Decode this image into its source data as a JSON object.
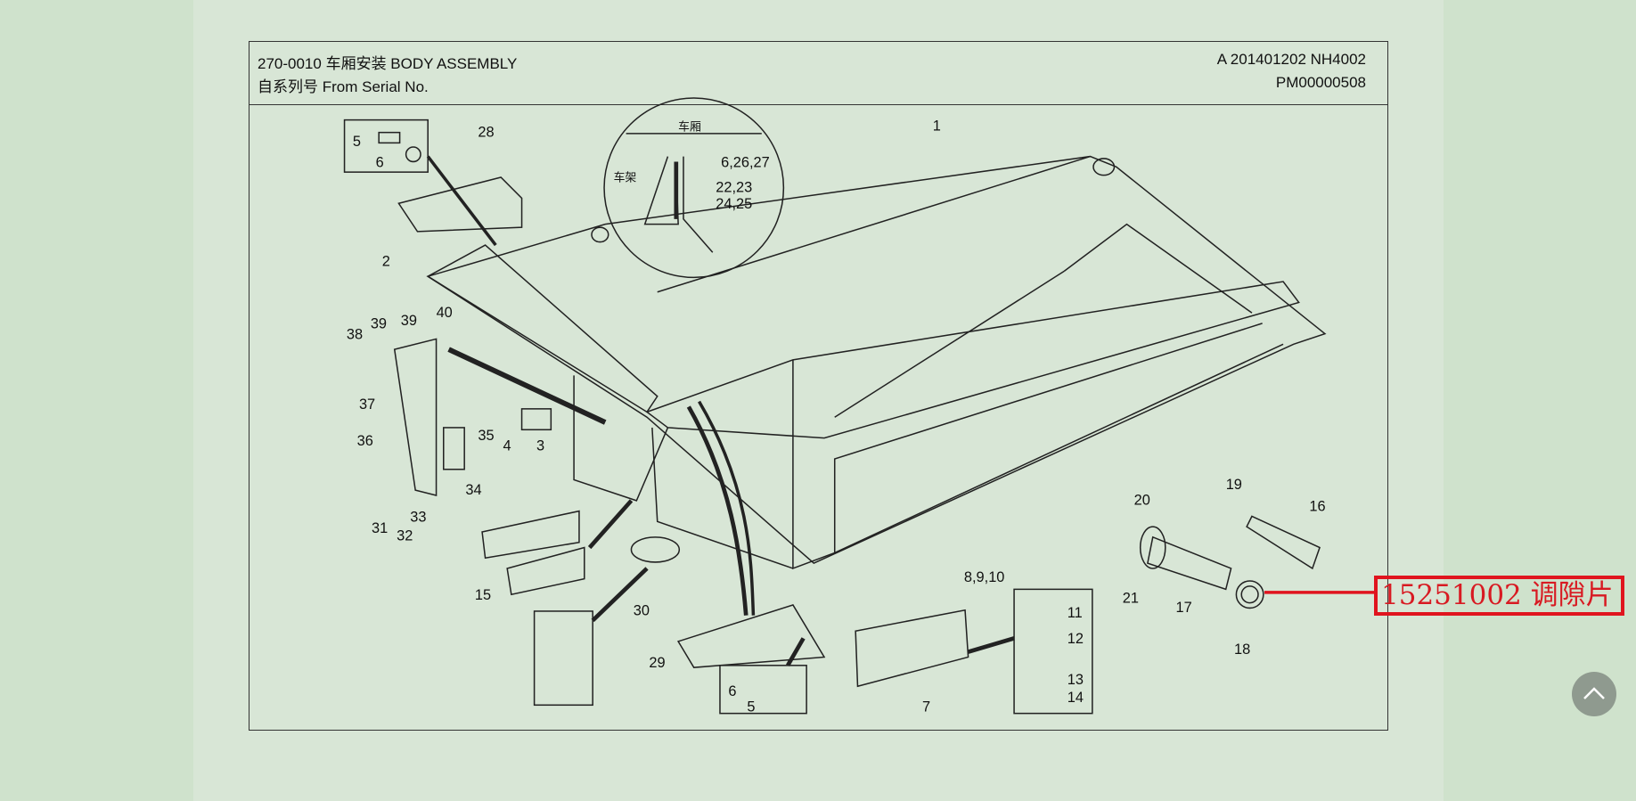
{
  "header": {
    "title_line": "270-0010   车厢安装   BODY   ASSEMBLY",
    "serial_line": "自系列号   From Serial   No.",
    "version": "A 201401202 NH4002",
    "serial_no": "PM00000508"
  },
  "callouts": {
    "c1": "1",
    "c2": "2",
    "c3": "3",
    "c4": "4",
    "c5a": "5",
    "c6a": "6",
    "c5b": "5",
    "c6b": "6",
    "c7": "7",
    "c8": "8,9,10",
    "c11": "11",
    "c12": "12",
    "c13": "13",
    "c14": "14",
    "c15": "15",
    "c16": "16",
    "c17": "17",
    "c18": "18",
    "c19": "19",
    "c20": "20",
    "c21": "21",
    "c28": "28",
    "c29": "29",
    "c30": "30",
    "c31": "31",
    "c32": "32",
    "c33": "33",
    "c34": "34",
    "c35": "35",
    "c36": "36",
    "c37": "37",
    "c38": "38",
    "c39a": "39",
    "c39b": "39",
    "c40": "40"
  },
  "inset": {
    "body_label": "车厢",
    "frame_label": "车架",
    "ref1": "6,26,27",
    "ref2": "22,23",
    "ref3": "24,25"
  },
  "highlight": {
    "label": "15251002  调隙片",
    "color": "#e0141e"
  },
  "scroll_top": {
    "icon": "chevron-up-icon"
  }
}
